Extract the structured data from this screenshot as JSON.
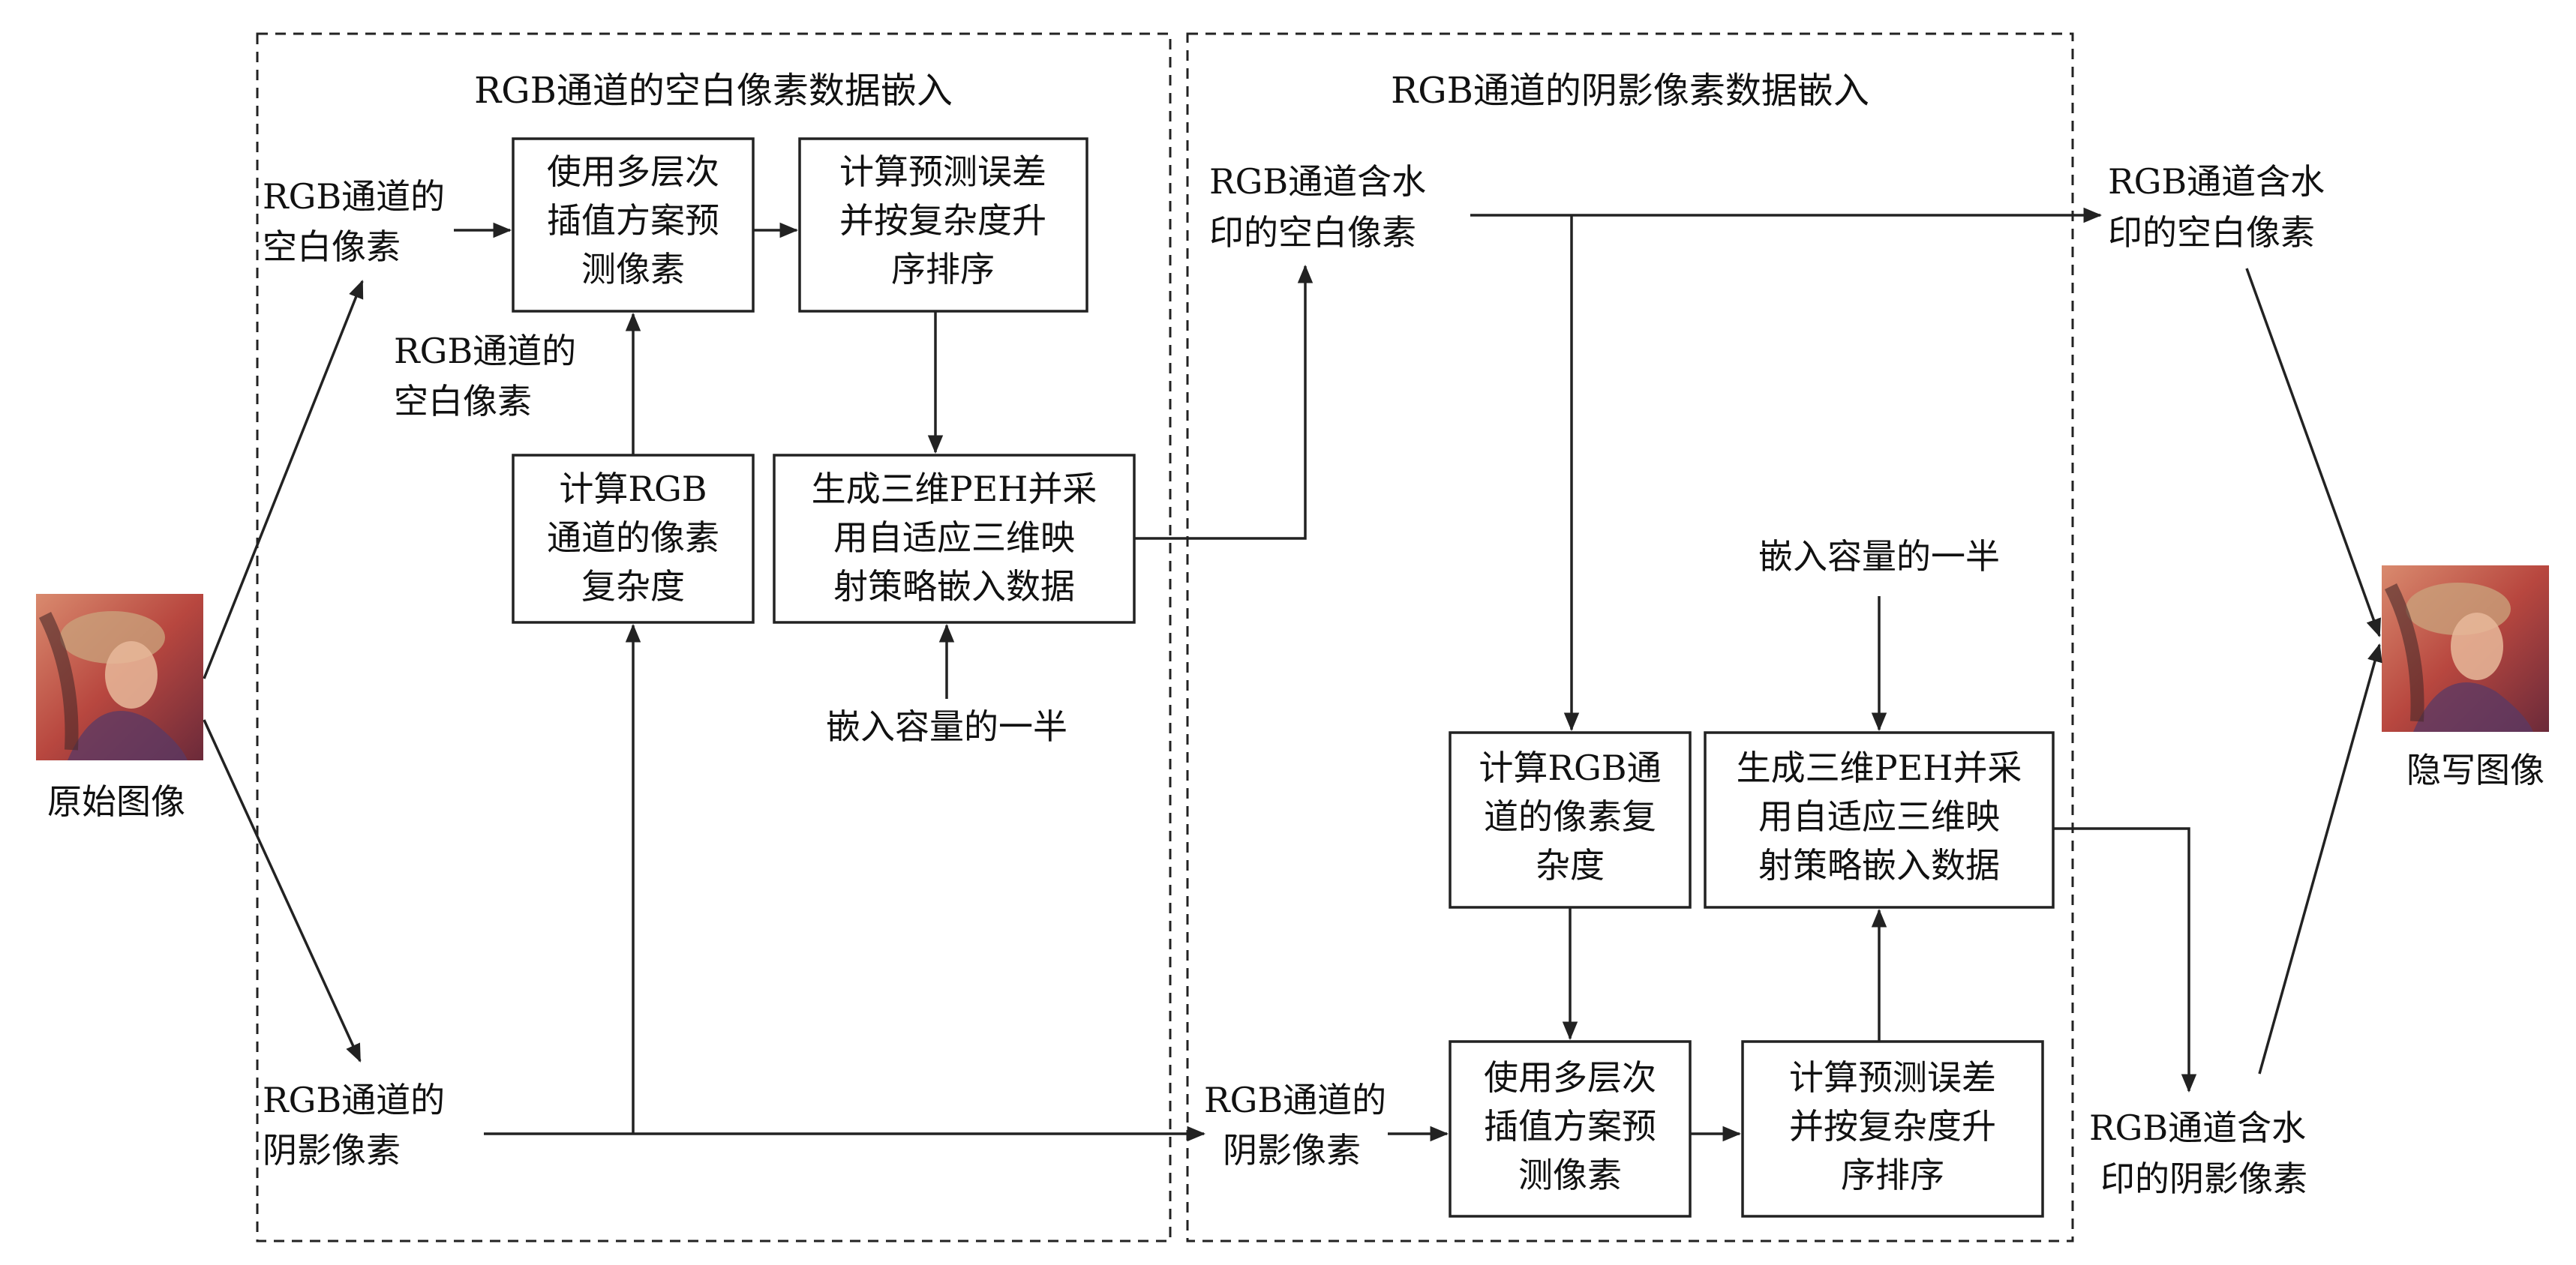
{
  "groups": {
    "left_title": "RGB通道的空白像素数据嵌入",
    "right_title": "RGB通道的阴影像素数据嵌入"
  },
  "images": {
    "original_caption": "原始图像",
    "stego_caption": "隐写图像"
  },
  "left": {
    "blank_in": [
      "RGB通道的",
      "空白像素"
    ],
    "blank_side": [
      "RGB通道的",
      "空白像素"
    ],
    "shadow_in": [
      "RGB通道的",
      "阴影像素"
    ],
    "box_interp": [
      "使用多层次",
      "插值方案预",
      "测像素"
    ],
    "box_error": [
      "计算预测误差",
      "并按复杂度升",
      "序排序"
    ],
    "box_complexity": [
      "计算RGB",
      "通道的像素",
      "复杂度"
    ],
    "box_embed": [
      "生成三维PEH并采",
      "用自适应三维映",
      "射策略嵌入数据"
    ],
    "half_capacity": "嵌入容量的一半"
  },
  "right": {
    "blank_wm": [
      "RGB通道含水",
      "印的空白像素"
    ],
    "shadow_in": [
      "RGB通道的",
      "阴影像素"
    ],
    "half_capacity": "嵌入容量的一半",
    "box_complexity": [
      "计算RGB通",
      "道的像素复",
      "杂度"
    ],
    "box_embed": [
      "生成三维PEH并采",
      "用自适应三维映",
      "射策略嵌入数据"
    ],
    "box_interp": [
      "使用多层次",
      "插值方案预",
      "测像素"
    ],
    "box_error": [
      "计算预测误差",
      "并按复杂度升",
      "序排序"
    ]
  },
  "outputs": {
    "blank_wm_out": [
      "RGB通道含水",
      "印的空白像素"
    ],
    "shadow_wm_out": [
      "RGB通道含水",
      "印的阴影像素"
    ]
  },
  "colors": {
    "line": "#222222",
    "image_bg": "#b8473f"
  }
}
